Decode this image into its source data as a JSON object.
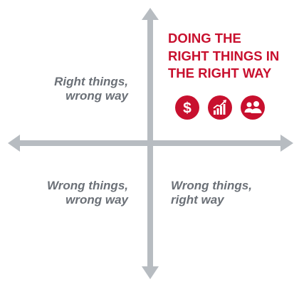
{
  "quadrants": {
    "top_left": {
      "line1": "Right things,",
      "line2": "wrong way"
    },
    "top_right": {
      "line1": "DOING THE",
      "line2": "RIGHT THINGS IN",
      "line3": "THE RIGHT WAY"
    },
    "bottom_left": {
      "line1": "Wrong things,",
      "line2": "wrong way"
    },
    "bottom_right": {
      "line1": "Wrong things,",
      "line2": "right way"
    }
  },
  "icons": [
    "dollar-icon",
    "growth-chart-icon",
    "people-icon"
  ],
  "colors": {
    "accent": "#c8102e",
    "axis": "#b7bcc1",
    "muted_text": "#6b7077"
  }
}
